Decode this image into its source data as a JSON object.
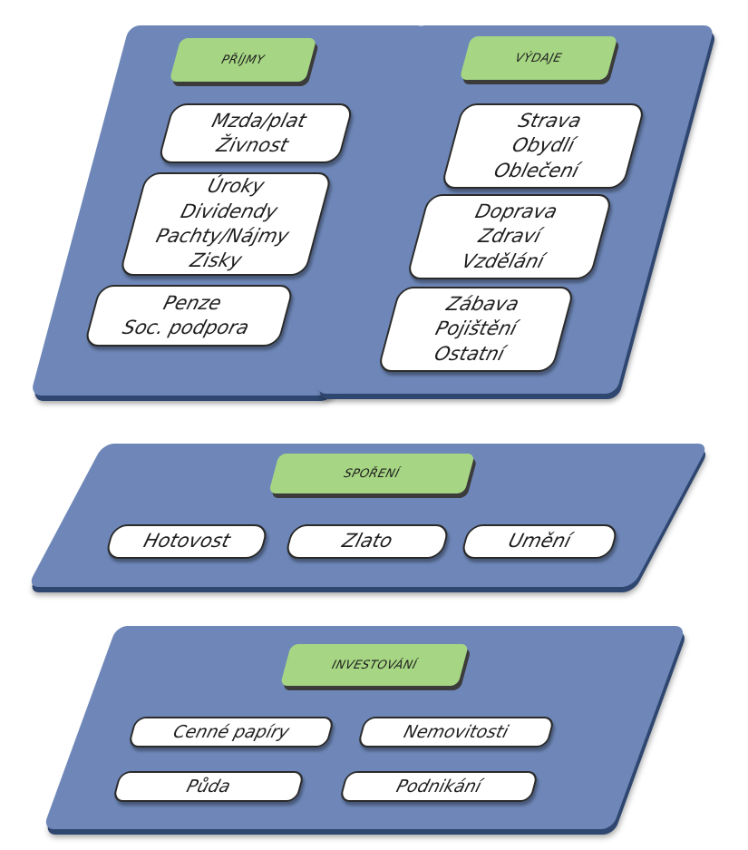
{
  "prijmy": {
    "title": "PŘÍJMY",
    "items": [
      [
        "Mzda/plat",
        "Živnost"
      ],
      [
        "Úroky",
        "Dividendy",
        "Pachty/Nájmy",
        "Zisky"
      ],
      [
        "Penze",
        "Soc. podpora"
      ]
    ]
  },
  "vydaje": {
    "title": "VÝDAJE",
    "items": [
      [
        "Strava",
        "Obydlí",
        "Oblečení"
      ],
      [
        "Doprava",
        "Zdraví",
        "Vzdělání"
      ],
      [
        "Zábava",
        "Pojištění",
        "Ostatní"
      ]
    ]
  },
  "sporeni": {
    "title": "SPOŘENÍ",
    "items": [
      "Hotovost",
      "Zlato",
      "Umění"
    ]
  },
  "investovani": {
    "title": "INVESTOVÁNÍ",
    "items": [
      "Cenné papíry",
      "Nemovitosti",
      "Půda",
      "Podnikání"
    ]
  },
  "colors": {
    "panel": "#6e87b8",
    "header": "#a6d683",
    "box": "#ffffff"
  }
}
